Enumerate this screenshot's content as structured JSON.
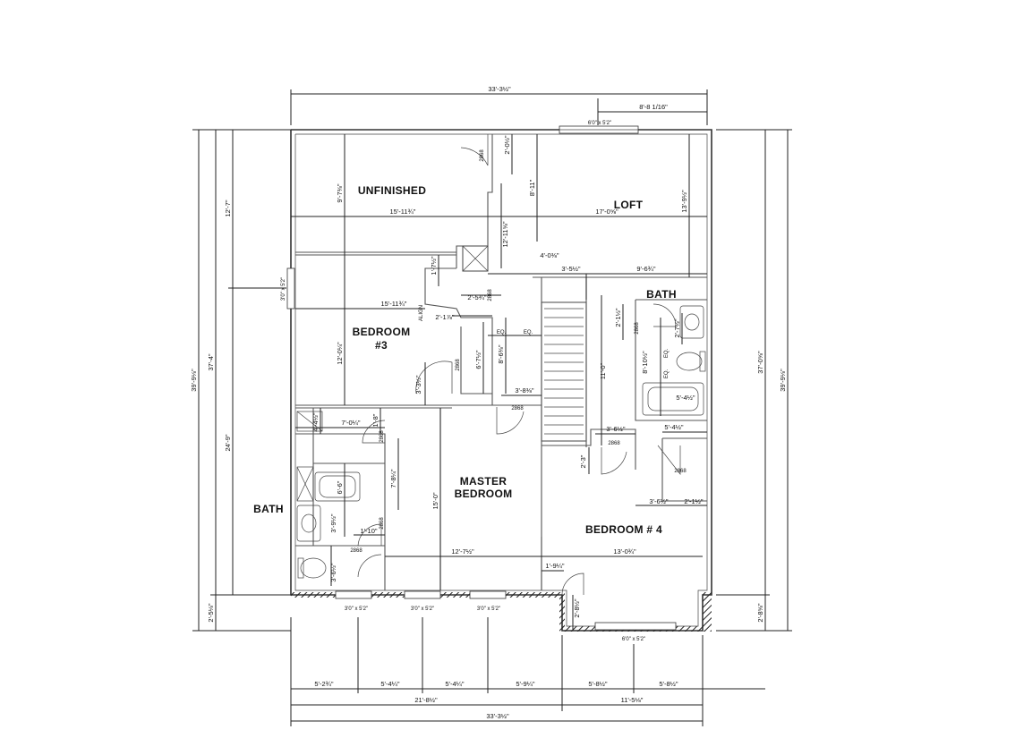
{
  "rooms": {
    "unfinished": "UNFINISHED",
    "loft": "LOFT",
    "bath_top": "BATH",
    "bedroom3_a": "BEDROOM",
    "bedroom3_b": "#3",
    "master_a": "MASTER",
    "master_b": "BEDROOM",
    "bath_left": "BATH",
    "bedroom4": "BEDROOM # 4"
  },
  "dimensions": {
    "overall_top": "33'-3½\"",
    "top_right": "8'-8 1/16\"",
    "overall_bottom": "33'-3½\"",
    "bottom_left_sub": "21'-8½\"",
    "bottom_right_sub": "11'-5⅛\"",
    "bottom_1": "5'-2¾\"",
    "bottom_2": "5'-4¼\"",
    "bottom_3": "5'-4¼\"",
    "bottom_4": "5'-9¼\"",
    "bottom_5": "5'-8½\"",
    "bottom_6": "5'-8½\"",
    "left_overall": "39'-9⅛\"",
    "left_37": "37'-4\"",
    "left_12": "12'-7\"",
    "left_24": "24'-9\"",
    "left_2": "2'-5⅛\"",
    "right_overall": "39'-9⅛\"",
    "right_37": "37'-0⅝\"",
    "right_2": "2'-8⅝\"",
    "unfinished_w": "15'-11¾\"",
    "unfinished_h": "9'-7⅜\"",
    "loft_w": "17'-0⅝\"",
    "loft_h": "13'-9½\"",
    "bed3_w": "15'-11¾\"",
    "bed3_h": "12'-0¼\"",
    "d_2_0": "2'-0½\"",
    "d_8_11": "8'-11\"",
    "d_12_11": "12'-11⅝\"",
    "d_4_0": "4'-0⅜\"",
    "d_3_5": "3'-5½\"",
    "d_9_6": "9'-6¾\"",
    "d_1_7": "1'-7½\"",
    "d_2_5": "2'-5¾\"",
    "d_2_1": "2'-1⅞\"",
    "d_8_6": "8'-6⅜\"",
    "d_6_7": "6'-7½\"",
    "d_3_3": "3'-3½\"",
    "d_3_8": "3'-8⅜\"",
    "d_2_1b": "2'-1½\"",
    "d_2_7": "2'-7½\"",
    "d_8_10": "8'-10½\"",
    "d_11_0": "11'-0\"",
    "d_5_4": "5'-4½\"",
    "d_3_6": "3'-6½\"",
    "d_5_4b": "5'-4½\"",
    "d_2_3": "2'-3\"",
    "d_3_6b": "3'-6½\"",
    "d_2_1c": "2'-1½\"",
    "d_7_0": "7'-0¼\"",
    "d_4_4": "4'-4½\"",
    "d_1_8": "1'-8\"",
    "d_7_8": "7'-8¼\"",
    "d_6_6": "6'-6\"",
    "d_3_9": "3'-9½\"",
    "d_1_10": "1'-10\"",
    "d_3_6c": "3'-6½\"",
    "d_15_0": "15'-0\"",
    "d_12_7": "12'-7½\"",
    "d_13_0": "13'-0¾\"",
    "d_1_9": "1'-9¼\"",
    "d_2_8": "2'-8½\""
  },
  "labels": {
    "win_top": "6'0\" x 5'2\"",
    "win_left": "3'0\" x 5'2\"",
    "win_b1": "3'0\" x 5'2\"",
    "win_b2": "3'0\" x 5'2\"",
    "win_b3": "3'0\" x 5'2\"",
    "win_b4": "6'0\" x 5'2\"",
    "door": "2868",
    "eq": "EQ.",
    "align": "ALIGN"
  },
  "colors": {
    "wall": "#333333",
    "line": "#222222",
    "background": "#ffffff"
  }
}
